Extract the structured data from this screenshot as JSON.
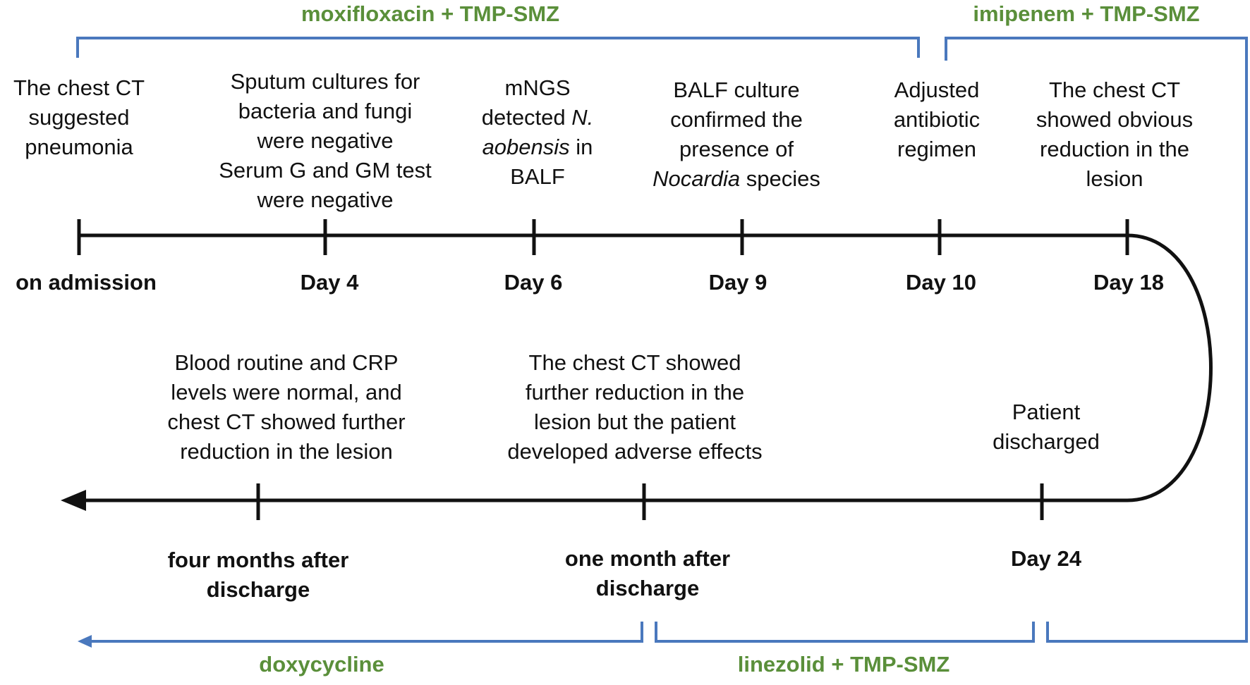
{
  "timeline": {
    "top_row": [
      {
        "day": "on admission",
        "event_lines": [
          [
            {
              "text": "The chest CT"
            }
          ],
          [
            {
              "text": "suggested"
            }
          ],
          [
            {
              "text": "pneumonia"
            }
          ]
        ]
      },
      {
        "day": "Day 4",
        "event_lines": [
          [
            {
              "text": "Sputum cultures for"
            }
          ],
          [
            {
              "text": "bacteria and fungi"
            }
          ],
          [
            {
              "text": "were negative"
            }
          ],
          [
            {
              "text": "Serum G and GM test"
            }
          ],
          [
            {
              "text": "were negative"
            }
          ]
        ]
      },
      {
        "day": "Day 6",
        "event_lines": [
          [
            {
              "text": "mNGS"
            }
          ],
          [
            {
              "text": "detected "
            },
            {
              "text": "N.",
              "italic": true
            }
          ],
          [
            {
              "text": "aobensis",
              "italic": true
            },
            {
              "text": " in"
            }
          ],
          [
            {
              "text": "BALF"
            }
          ]
        ]
      },
      {
        "day": "Day 9",
        "event_lines": [
          [
            {
              "text": "BALF culture"
            }
          ],
          [
            {
              "text": "confirmed the"
            }
          ],
          [
            {
              "text": "presence of"
            }
          ],
          [
            {
              "text": "Nocardia",
              "italic": true
            },
            {
              "text": " species"
            }
          ]
        ]
      },
      {
        "day": "Day 10",
        "event_lines": [
          [
            {
              "text": "Adjusted"
            }
          ],
          [
            {
              "text": "antibiotic"
            }
          ],
          [
            {
              "text": "regimen"
            }
          ]
        ]
      },
      {
        "day": "Day 18",
        "event_lines": [
          [
            {
              "text": "The chest CT"
            }
          ],
          [
            {
              "text": "showed obvious"
            }
          ],
          [
            {
              "text": "reduction in the"
            }
          ],
          [
            {
              "text": "lesion"
            }
          ]
        ]
      }
    ],
    "bottom_row": [
      {
        "day": "Day 24",
        "event_lines": [
          [
            {
              "text": "Patient"
            }
          ],
          [
            {
              "text": "discharged"
            }
          ]
        ]
      },
      {
        "day": "one month after\ndischarge",
        "event_lines": [
          [
            {
              "text": "The chest CT showed"
            }
          ],
          [
            {
              "text": "further reduction in the"
            }
          ],
          [
            {
              "text": "lesion but the patient"
            }
          ],
          [
            {
              "text": "developed adverse effects"
            }
          ]
        ]
      },
      {
        "day": "four months after\ndischarge",
        "event_lines": [
          [
            {
              "text": "Blood routine and CRP"
            }
          ],
          [
            {
              "text": "levels were normal, and"
            }
          ],
          [
            {
              "text": "chest CT showed further"
            }
          ],
          [
            {
              "text": "reduction in the lesion"
            }
          ]
        ]
      }
    ]
  },
  "regimens": {
    "moxifloxacin": "moxifloxacin + TMP-SMZ",
    "imipenem": "imipenem + TMP-SMZ",
    "linezolid": "linezolid + TMP-SMZ",
    "doxycycline": "doxycycline"
  },
  "colors": {
    "regimen_text": "#5a8f3a",
    "bracket": "#4a78bd",
    "axis": "#111111"
  }
}
